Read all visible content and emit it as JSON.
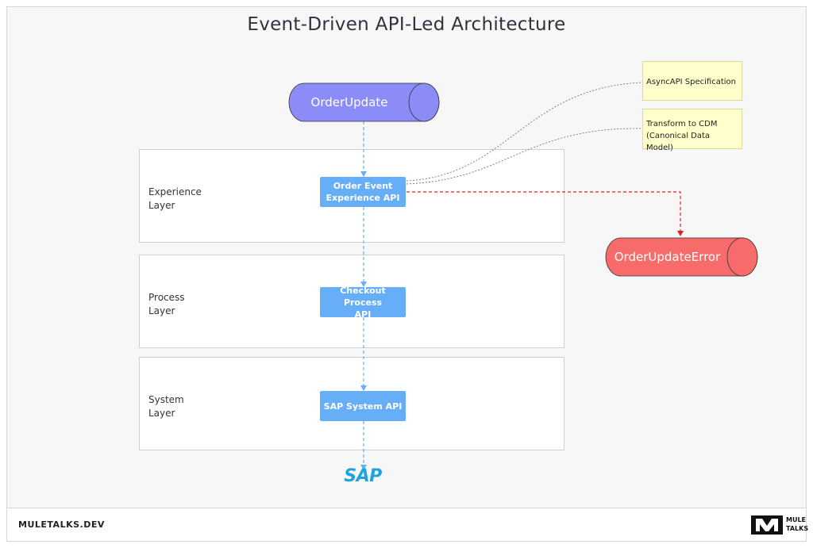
{
  "title": "Event-Driven API-Led Architecture",
  "event_source": {
    "label": "OrderUpdate",
    "color": "#8c8cf8"
  },
  "error_queue": {
    "label": "OrderUpdateError",
    "color": "#f76b6b"
  },
  "layers": [
    {
      "line1": "Experience",
      "line2": "Layer"
    },
    {
      "line1": "Process",
      "line2": "Layer"
    },
    {
      "line1": "System",
      "line2": "Layer"
    }
  ],
  "apis": {
    "experience": {
      "line1": "Order Event",
      "line2": "Experience API"
    },
    "process": {
      "line1": "Checkout Process",
      "line2": "API"
    },
    "system": {
      "line1": "SAP System API"
    }
  },
  "notes": {
    "asyncapi": {
      "line1": "AsyncAPI Specification"
    },
    "cdm": {
      "line1": "Transform to CDM",
      "line2": "(Canonical Data Model)"
    }
  },
  "target_system": "SAP",
  "footer": {
    "site": "MULETALKS.DEV",
    "logo_line1": "MULE",
    "logo_line2": "TALKS"
  },
  "colors": {
    "api_box": "#66aef7",
    "error_arrow": "#e02020",
    "flow_arrow": "#66aef7",
    "note_bg": "#ffffcc"
  }
}
